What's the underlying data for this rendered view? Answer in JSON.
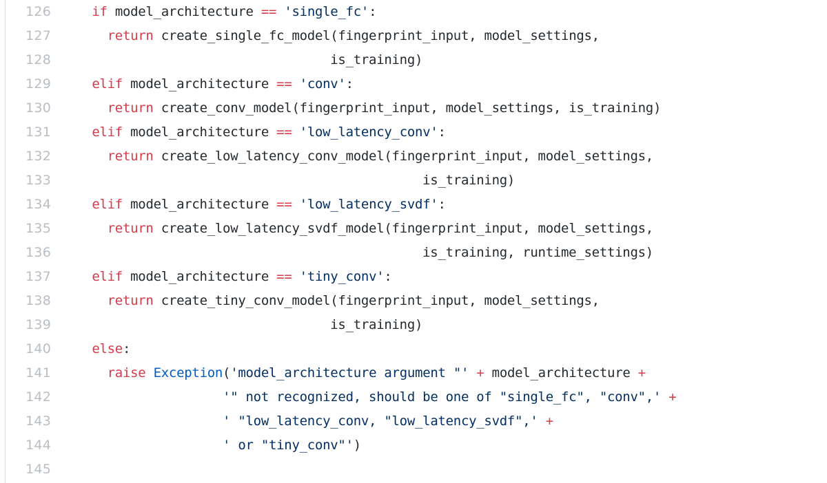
{
  "viewer": {
    "name": "code-file-viewer",
    "language": "python",
    "theme": "github-light",
    "background_color": "#ffffff",
    "gutter_rule_color": "#d9dde1",
    "line_number_color": "#b8bec4",
    "colors": {
      "keyword": "#d73a49",
      "operator": "#d73a49",
      "builtin": "#005cc5",
      "string": "#032f62",
      "plain": "#24292e"
    },
    "first_line": 126,
    "last_line": 145
  },
  "lines": [
    {
      "number": "126",
      "tokens": [
        {
          "t": "  ",
          "c": "pl"
        },
        {
          "t": "if",
          "c": "kw"
        },
        {
          "t": " model_architecture ",
          "c": "pl"
        },
        {
          "t": "==",
          "c": "op"
        },
        {
          "t": " ",
          "c": "pl"
        },
        {
          "t": "'single_fc'",
          "c": "str"
        },
        {
          "t": ":",
          "c": "pl"
        }
      ]
    },
    {
      "number": "127",
      "tokens": [
        {
          "t": "    ",
          "c": "pl"
        },
        {
          "t": "return",
          "c": "kw"
        },
        {
          "t": " create_single_fc_model(fingerprint_input, model_settings,",
          "c": "pl"
        }
      ]
    },
    {
      "number": "128",
      "tokens": [
        {
          "t": "                                 is_training)",
          "c": "pl"
        }
      ]
    },
    {
      "number": "129",
      "tokens": [
        {
          "t": "  ",
          "c": "pl"
        },
        {
          "t": "elif",
          "c": "kw"
        },
        {
          "t": " model_architecture ",
          "c": "pl"
        },
        {
          "t": "==",
          "c": "op"
        },
        {
          "t": " ",
          "c": "pl"
        },
        {
          "t": "'conv'",
          "c": "str"
        },
        {
          "t": ":",
          "c": "pl"
        }
      ]
    },
    {
      "number": "130",
      "tokens": [
        {
          "t": "    ",
          "c": "pl"
        },
        {
          "t": "return",
          "c": "kw"
        },
        {
          "t": " create_conv_model(fingerprint_input, model_settings, is_training)",
          "c": "pl"
        }
      ]
    },
    {
      "number": "131",
      "tokens": [
        {
          "t": "  ",
          "c": "pl"
        },
        {
          "t": "elif",
          "c": "kw"
        },
        {
          "t": " model_architecture ",
          "c": "pl"
        },
        {
          "t": "==",
          "c": "op"
        },
        {
          "t": " ",
          "c": "pl"
        },
        {
          "t": "'low_latency_conv'",
          "c": "str"
        },
        {
          "t": ":",
          "c": "pl"
        }
      ]
    },
    {
      "number": "132",
      "tokens": [
        {
          "t": "    ",
          "c": "pl"
        },
        {
          "t": "return",
          "c": "kw"
        },
        {
          "t": " create_low_latency_conv_model(fingerprint_input, model_settings,",
          "c": "pl"
        }
      ]
    },
    {
      "number": "133",
      "tokens": [
        {
          "t": "                                             is_training)",
          "c": "pl"
        }
      ]
    },
    {
      "number": "134",
      "tokens": [
        {
          "t": "  ",
          "c": "pl"
        },
        {
          "t": "elif",
          "c": "kw"
        },
        {
          "t": " model_architecture ",
          "c": "pl"
        },
        {
          "t": "==",
          "c": "op"
        },
        {
          "t": " ",
          "c": "pl"
        },
        {
          "t": "'low_latency_svdf'",
          "c": "str"
        },
        {
          "t": ":",
          "c": "pl"
        }
      ]
    },
    {
      "number": "135",
      "tokens": [
        {
          "t": "    ",
          "c": "pl"
        },
        {
          "t": "return",
          "c": "kw"
        },
        {
          "t": " create_low_latency_svdf_model(fingerprint_input, model_settings,",
          "c": "pl"
        }
      ]
    },
    {
      "number": "136",
      "tokens": [
        {
          "t": "                                             is_training, runtime_settings)",
          "c": "pl"
        }
      ]
    },
    {
      "number": "137",
      "tokens": [
        {
          "t": "  ",
          "c": "pl"
        },
        {
          "t": "elif",
          "c": "kw"
        },
        {
          "t": " model_architecture ",
          "c": "pl"
        },
        {
          "t": "==",
          "c": "op"
        },
        {
          "t": " ",
          "c": "pl"
        },
        {
          "t": "'tiny_conv'",
          "c": "str"
        },
        {
          "t": ":",
          "c": "pl"
        }
      ]
    },
    {
      "number": "138",
      "tokens": [
        {
          "t": "    ",
          "c": "pl"
        },
        {
          "t": "return",
          "c": "kw"
        },
        {
          "t": " create_tiny_conv_model(fingerprint_input, model_settings,",
          "c": "pl"
        }
      ]
    },
    {
      "number": "139",
      "tokens": [
        {
          "t": "                                 is_training)",
          "c": "pl"
        }
      ]
    },
    {
      "number": "140",
      "tokens": [
        {
          "t": "  ",
          "c": "pl"
        },
        {
          "t": "else",
          "c": "kw"
        },
        {
          "t": ":",
          "c": "pl"
        }
      ]
    },
    {
      "number": "141",
      "tokens": [
        {
          "t": "    ",
          "c": "pl"
        },
        {
          "t": "raise",
          "c": "kw"
        },
        {
          "t": " ",
          "c": "pl"
        },
        {
          "t": "Exception",
          "c": "bi"
        },
        {
          "t": "(",
          "c": "pl"
        },
        {
          "t": "'model_architecture argument \"'",
          "c": "str"
        },
        {
          "t": " ",
          "c": "pl"
        },
        {
          "t": "+",
          "c": "op"
        },
        {
          "t": " model_architecture ",
          "c": "pl"
        },
        {
          "t": "+",
          "c": "op"
        }
      ]
    },
    {
      "number": "142",
      "tokens": [
        {
          "t": "                   ",
          "c": "pl"
        },
        {
          "t": "'\" not recognized, should be one of \"single_fc\", \"conv\",'",
          "c": "str"
        },
        {
          "t": " ",
          "c": "pl"
        },
        {
          "t": "+",
          "c": "op"
        }
      ]
    },
    {
      "number": "143",
      "tokens": [
        {
          "t": "                   ",
          "c": "pl"
        },
        {
          "t": "' \"low_latency_conv, \"low_latency_svdf\",'",
          "c": "str"
        },
        {
          "t": " ",
          "c": "pl"
        },
        {
          "t": "+",
          "c": "op"
        }
      ]
    },
    {
      "number": "144",
      "tokens": [
        {
          "t": "                   ",
          "c": "pl"
        },
        {
          "t": "' or \"tiny_conv\"'",
          "c": "str"
        },
        {
          "t": ")",
          "c": "pl"
        }
      ]
    },
    {
      "number": "145",
      "tokens": []
    }
  ]
}
